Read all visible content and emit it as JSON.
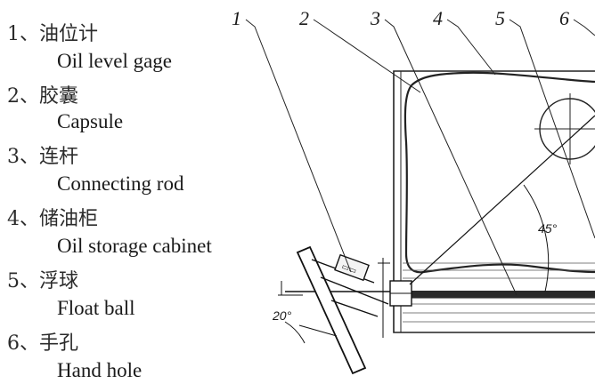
{
  "legend": [
    {
      "label": "1、油位计",
      "english": "Oil level gage"
    },
    {
      "label": "2、胶囊",
      "english": "Capsule"
    },
    {
      "label": "3、连杆",
      "english": "Connecting rod"
    },
    {
      "label": "4、储油柜",
      "english": "Oil storage cabinet"
    },
    {
      "label": "5、浮球",
      "english": "Float ball"
    },
    {
      "label": "6、手孔",
      "english": "Hand hole"
    }
  ],
  "drawing": {
    "callouts": [
      "1",
      "2",
      "3",
      "4",
      "5",
      "6"
    ],
    "angles": {
      "rod_angle": "45°",
      "gauge_tilt": "20°"
    }
  }
}
